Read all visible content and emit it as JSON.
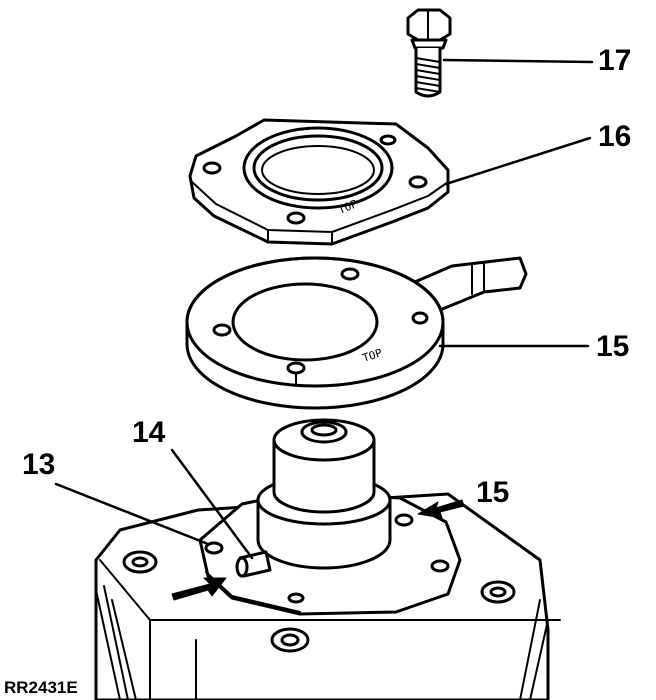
{
  "figure": {
    "code": "RR2431E",
    "callouts": [
      {
        "id": "c17",
        "label": "17"
      },
      {
        "id": "c16",
        "label": "16"
      },
      {
        "id": "c15a",
        "label": "15"
      },
      {
        "id": "c15b",
        "label": "15"
      },
      {
        "id": "c14",
        "label": "14"
      },
      {
        "id": "c13",
        "label": "13"
      }
    ],
    "engravings": {
      "part16": "TOP",
      "part15": "TOP"
    },
    "colors": {
      "ink": "#000000",
      "paper": "#ffffff"
    }
  }
}
